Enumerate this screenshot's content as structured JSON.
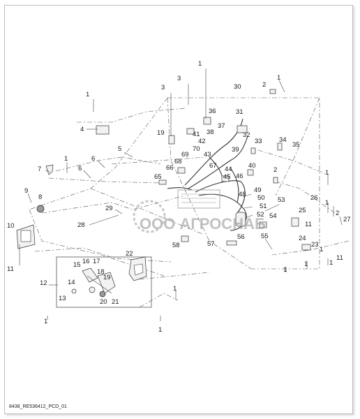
{
  "diagram": {
    "callouts": [
      {
        "id": "c1a",
        "label": "1"
      },
      {
        "id": "c1b",
        "label": "1"
      },
      {
        "id": "c1c",
        "label": "1"
      },
      {
        "id": "c1d",
        "label": "1"
      },
      {
        "id": "c1e",
        "label": "1"
      },
      {
        "id": "c1f",
        "label": "1"
      },
      {
        "id": "c1g",
        "label": "1"
      },
      {
        "id": "c1h",
        "label": "1"
      },
      {
        "id": "c1i",
        "label": "1"
      },
      {
        "id": "c1j",
        "label": "1"
      },
      {
        "id": "c1k",
        "label": "1"
      },
      {
        "id": "c1l",
        "label": "1"
      },
      {
        "id": "c1m",
        "label": "1"
      },
      {
        "id": "c2a",
        "label": "2"
      },
      {
        "id": "c2b",
        "label": "2"
      },
      {
        "id": "c2c",
        "label": "2"
      },
      {
        "id": "c3a",
        "label": "3"
      },
      {
        "id": "c3b",
        "label": "3"
      },
      {
        "id": "c4",
        "label": "4"
      },
      {
        "id": "c5",
        "label": "5"
      },
      {
        "id": "c6a",
        "label": "6"
      },
      {
        "id": "c6b",
        "label": "6"
      },
      {
        "id": "c7",
        "label": "7"
      },
      {
        "id": "c8",
        "label": "8"
      },
      {
        "id": "c9",
        "label": "9"
      },
      {
        "id": "c10",
        "label": "10"
      },
      {
        "id": "c11a",
        "label": "11"
      },
      {
        "id": "c11b",
        "label": "11"
      },
      {
        "id": "c11c",
        "label": "11"
      },
      {
        "id": "c12",
        "label": "12"
      },
      {
        "id": "c13",
        "label": "13"
      },
      {
        "id": "c14",
        "label": "14"
      },
      {
        "id": "c15",
        "label": "15"
      },
      {
        "id": "c16",
        "label": "16"
      },
      {
        "id": "c17",
        "label": "17"
      },
      {
        "id": "c18",
        "label": "18"
      },
      {
        "id": "c19a",
        "label": "19"
      },
      {
        "id": "c19b",
        "label": "19"
      },
      {
        "id": "c20",
        "label": "20"
      },
      {
        "id": "c21",
        "label": "21"
      },
      {
        "id": "c22",
        "label": "22"
      },
      {
        "id": "c23",
        "label": "23"
      },
      {
        "id": "c24",
        "label": "24"
      },
      {
        "id": "c25",
        "label": "25"
      },
      {
        "id": "c26",
        "label": "26"
      },
      {
        "id": "c27",
        "label": "27"
      },
      {
        "id": "c28",
        "label": "28"
      },
      {
        "id": "c29",
        "label": "29"
      },
      {
        "id": "c30",
        "label": "30"
      },
      {
        "id": "c31",
        "label": "31"
      },
      {
        "id": "c32",
        "label": "32"
      },
      {
        "id": "c33",
        "label": "33"
      },
      {
        "id": "c34",
        "label": "34"
      },
      {
        "id": "c35",
        "label": "35"
      },
      {
        "id": "c36",
        "label": "36"
      },
      {
        "id": "c37",
        "label": "37"
      },
      {
        "id": "c38",
        "label": "38"
      },
      {
        "id": "c39",
        "label": "39"
      },
      {
        "id": "c40",
        "label": "40"
      },
      {
        "id": "c41",
        "label": "41"
      },
      {
        "id": "c42",
        "label": "42"
      },
      {
        "id": "c43",
        "label": "43"
      },
      {
        "id": "c44",
        "label": "44"
      },
      {
        "id": "c45",
        "label": "45"
      },
      {
        "id": "c46",
        "label": "46"
      },
      {
        "id": "c48",
        "label": "48"
      },
      {
        "id": "c49",
        "label": "49"
      },
      {
        "id": "c50",
        "label": "50"
      },
      {
        "id": "c51",
        "label": "51"
      },
      {
        "id": "c52",
        "label": "52"
      },
      {
        "id": "c53",
        "label": "53"
      },
      {
        "id": "c54",
        "label": "54"
      },
      {
        "id": "c55",
        "label": "55"
      },
      {
        "id": "c56",
        "label": "56"
      },
      {
        "id": "c57",
        "label": "57"
      },
      {
        "id": "c58",
        "label": "58"
      },
      {
        "id": "c65",
        "label": "65"
      },
      {
        "id": "c66",
        "label": "66"
      },
      {
        "id": "c67",
        "label": "67"
      },
      {
        "id": "c68",
        "label": "68"
      },
      {
        "id": "c69",
        "label": "69"
      },
      {
        "id": "c70",
        "label": "70"
      }
    ],
    "watermark_text": "ООО АГРОСНАБ",
    "footer_code": "8438_RE536412_PCD_01"
  },
  "colors": {
    "line": "#333333",
    "watermark": "#9b9b9b",
    "background": "#ffffff"
  }
}
